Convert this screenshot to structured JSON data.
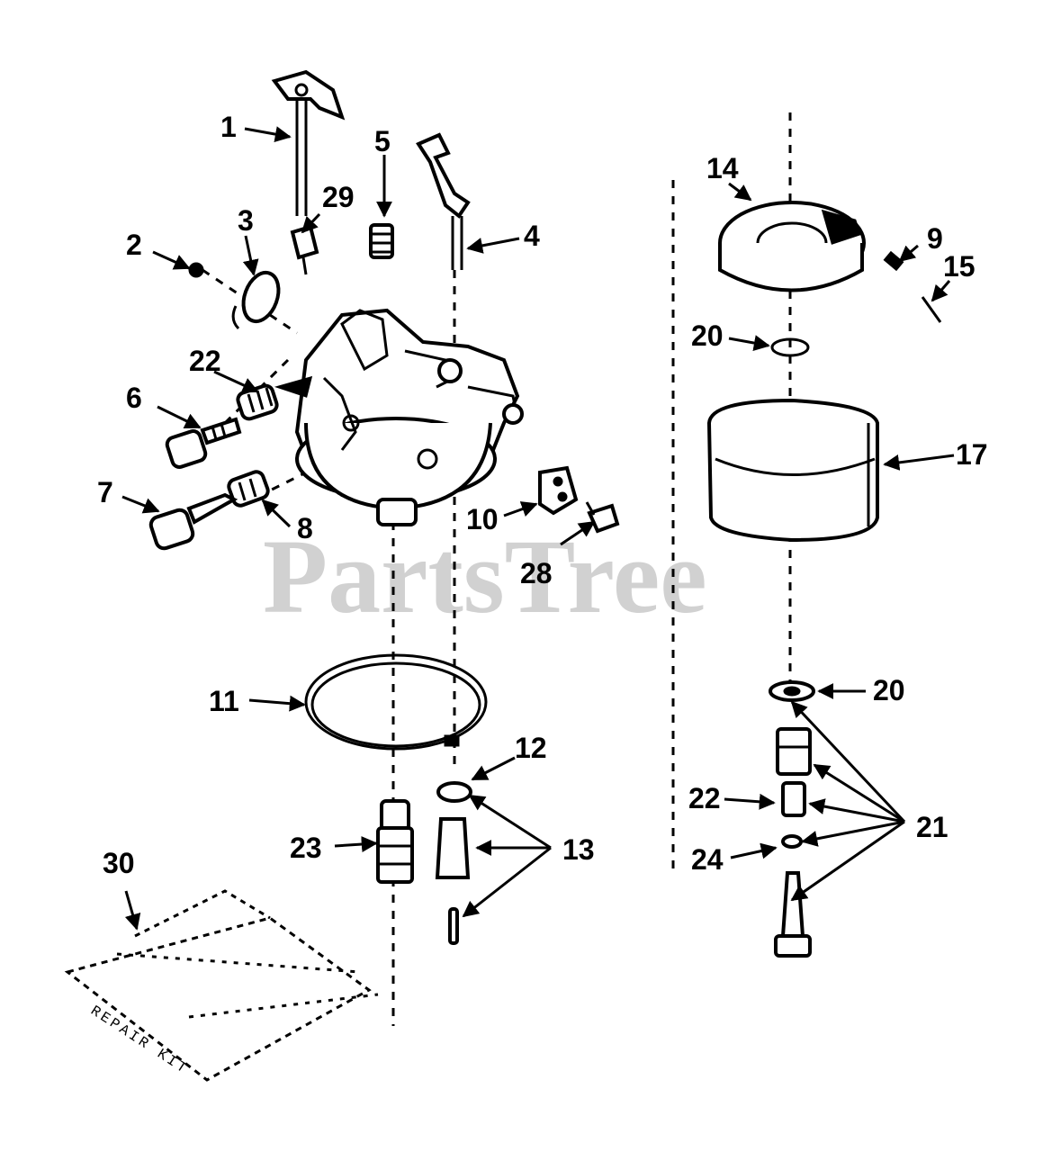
{
  "watermark": "PartsTree",
  "repair_kit_label": "REPAIR KIT",
  "callouts": {
    "c1": "1",
    "c2": "2",
    "c3": "3",
    "c4": "4",
    "c5": "5",
    "c6": "6",
    "c7": "7",
    "c8": "8",
    "c9": "9",
    "c10": "10",
    "c11": "11",
    "c12": "12",
    "c13": "13",
    "c14": "14",
    "c15": "15",
    "c17": "17",
    "c20a": "20",
    "c20b": "20",
    "c21": "21",
    "c22a": "22",
    "c22b": "22",
    "c23": "23",
    "c24": "24",
    "c28": "28",
    "c29": "29",
    "c30": "30"
  },
  "colors": {
    "ink": "#000000",
    "paper": "#ffffff",
    "watermark": "#c9c9c9"
  }
}
